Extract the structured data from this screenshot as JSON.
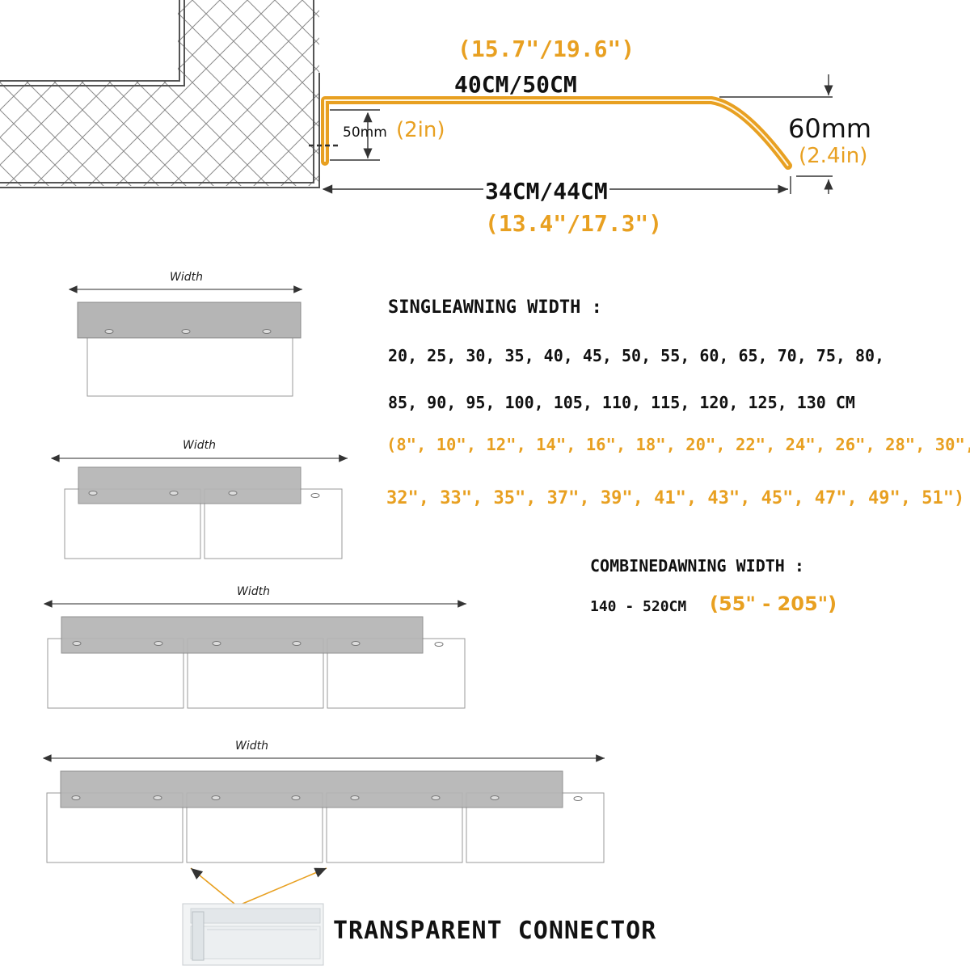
{
  "profile": {
    "top_inch": "(15.7\"/19.6\")",
    "top_cm": "40CM/50CM",
    "wall_height_mm": "50mm",
    "wall_height_in": "(2in)",
    "drop_mm": "60mm",
    "drop_in": "(2.4in)",
    "bottom_cm": "34CM/44CM",
    "bottom_inch": "(13.4\"/17.3\")"
  },
  "diagrams": {
    "width_label": "Width"
  },
  "specs": {
    "single_title": "SINGLEAWNING WIDTH :",
    "single_cm_line1": "20, 25, 30, 35, 40, 45, 50, 55, 60, 65, 70, 75, 80,",
    "single_cm_line2": "85, 90, 95, 100, 105, 110, 115, 120, 125, 130 CM",
    "single_in_line1": "(8\", 10\", 12\", 14\", 16\", 18\", 20\", 22\", 24\", 26\", 28\", 30\",",
    "single_in_line2": "32\", 33\", 35\", 37\", 39\", 41\", 43\", 45\", 47\", 49\", 51\")",
    "combined_title": "COMBINEDAWNING WIDTH :",
    "combined_cm": "140 - 520CM",
    "combined_in": "(55\" - 205\")"
  },
  "connector_label": "TRANSPARENT  CONNECTOR",
  "colors": {
    "accent_orange": "#e8a021",
    "panel_gray": "#b5b5b5",
    "text_dark": "#111111"
  }
}
